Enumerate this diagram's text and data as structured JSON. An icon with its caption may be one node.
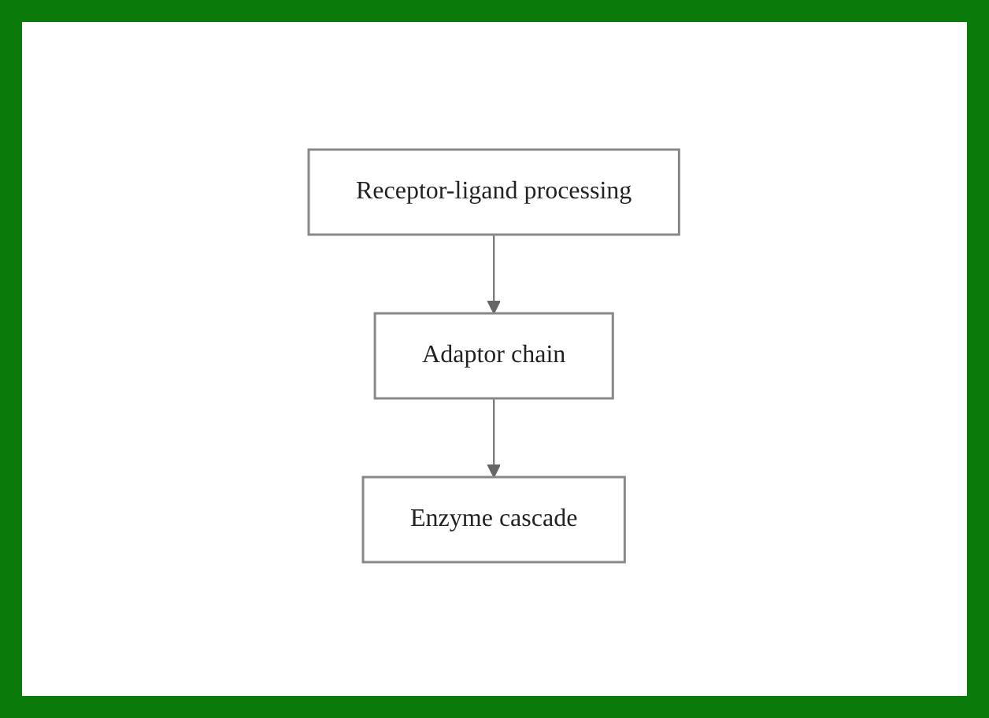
{
  "diagram": {
    "nodes": [
      {
        "text": [
          "Receptor-ligand processing"
        ]
      },
      {
        "text": [
          "Adaptor chain"
        ]
      },
      {
        "text": [
          "Enzyme cascade"
        ]
      }
    ],
    "edges": [
      {
        "from": 0,
        "to": 1,
        "arrow": "to"
      },
      {
        "from": 1,
        "to": 2,
        "arrow": "to"
      }
    ]
  }
}
